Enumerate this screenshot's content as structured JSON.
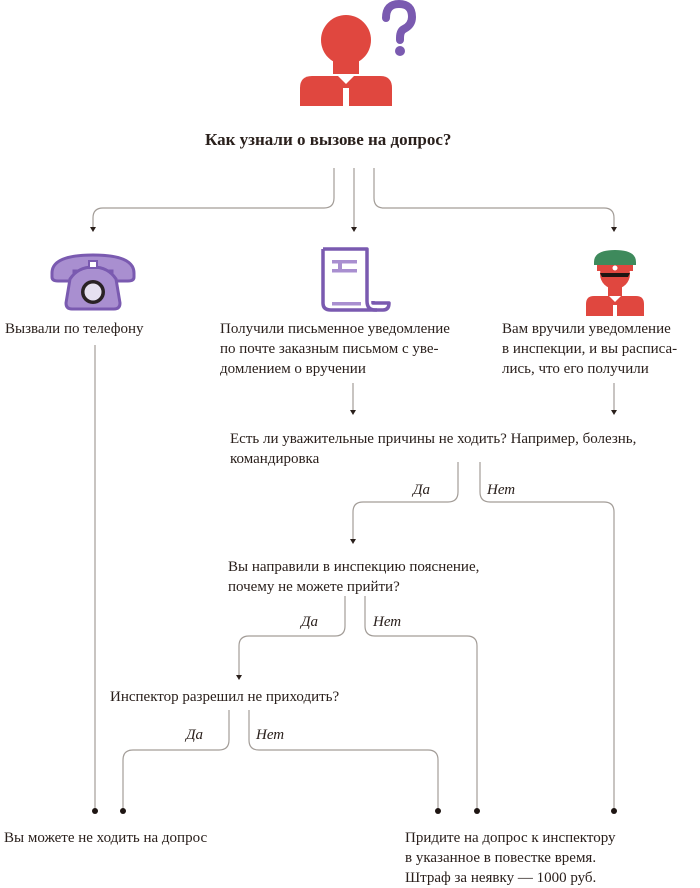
{
  "colors": {
    "red": "#e0473f",
    "purple": "#7a5ab0",
    "purple_light": "#a98fd0",
    "green": "#3e8a5c",
    "line": "#a39d98",
    "dot": "#1e1512",
    "text": "#2a201c"
  },
  "header": {
    "icon": "person-question-icon",
    "title": "Как узнали о вызове на допрос?"
  },
  "options": [
    {
      "icon": "telephone-icon",
      "label": "Вызвали по телефону"
    },
    {
      "icon": "letter-scroll-icon",
      "lines": [
        "Получили письменное уведомление",
        "по почте заказным письмом с уве-",
        "домлением о вручении"
      ]
    },
    {
      "icon": "inspector-officer-icon",
      "lines": [
        "Вам вручили уведомление",
        "в инспекции, и вы расписа-",
        "лись, что его получили"
      ]
    }
  ],
  "questions": [
    {
      "lines": [
        "Есть ли уважительные причины не ходить? Например, болезнь,",
        "командировка"
      ],
      "yes": "Да",
      "no": "Нет"
    },
    {
      "lines": [
        "Вы направили в инспекцию пояснение,",
        "почему не можете прийти?"
      ],
      "yes": "Да",
      "no": "Нет"
    },
    {
      "lines": [
        "Инспектор разрешил не приходить?"
      ],
      "yes": "Да",
      "no": "Нет"
    }
  ],
  "outcomes": {
    "skip": {
      "label": "Вы можете не ходить на допрос"
    },
    "attend": {
      "lines": [
        "Придите на допрос к инспектору",
        "в указанное в повестке время.",
        "Штраф за неявку — 1000 руб."
      ]
    }
  }
}
